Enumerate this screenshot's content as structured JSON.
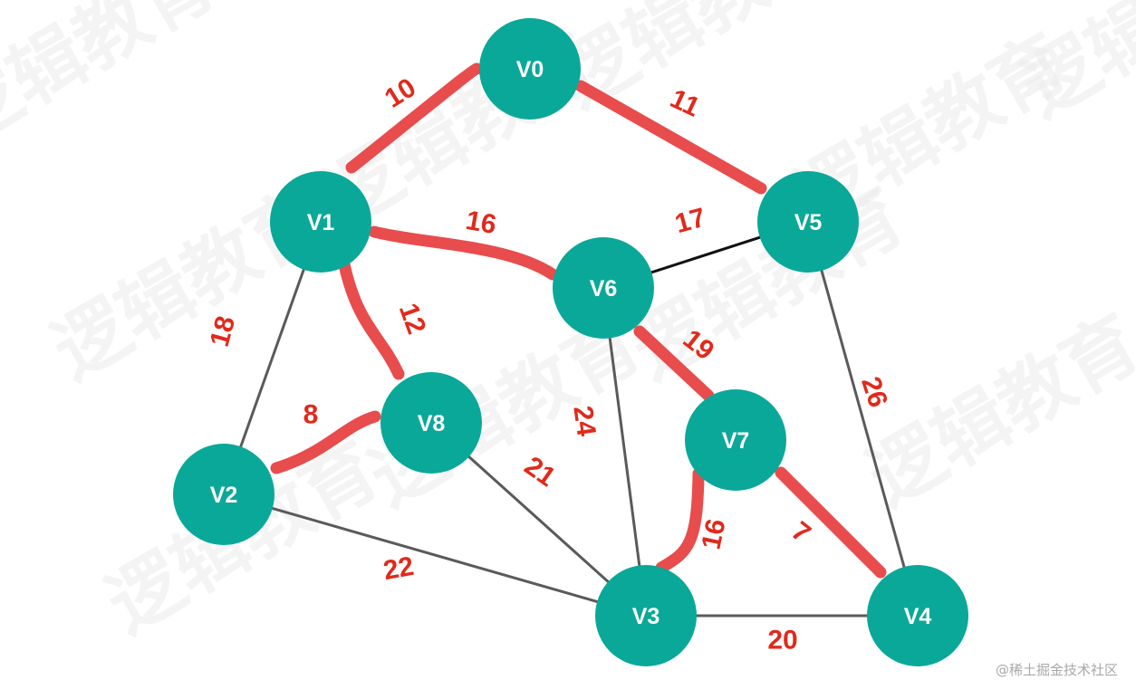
{
  "watermark": {
    "text": "逻辑教育"
  },
  "credit": "@稀土掘金技术社区",
  "colors": {
    "node": "#0aa899",
    "highlight_edge": "#e84c4c",
    "normal_edge": "#5a5a5a",
    "dark_edge": "#111111",
    "weight_text": "#e02a1c"
  },
  "nodes": [
    {
      "id": "V0",
      "label": "V0"
    },
    {
      "id": "V1",
      "label": "V1"
    },
    {
      "id": "V2",
      "label": "V2"
    },
    {
      "id": "V3",
      "label": "V3"
    },
    {
      "id": "V4",
      "label": "V4"
    },
    {
      "id": "V5",
      "label": "V5"
    },
    {
      "id": "V6",
      "label": "V6"
    },
    {
      "id": "V7",
      "label": "V7"
    },
    {
      "id": "V8",
      "label": "V8"
    }
  ],
  "edges": [
    {
      "from": "V0",
      "to": "V1",
      "weight": "10",
      "highlighted": true
    },
    {
      "from": "V0",
      "to": "V5",
      "weight": "11",
      "highlighted": true
    },
    {
      "from": "V1",
      "to": "V6",
      "weight": "16",
      "highlighted": true
    },
    {
      "from": "V5",
      "to": "V6",
      "weight": "17",
      "highlighted": false
    },
    {
      "from": "V1",
      "to": "V8",
      "weight": "12",
      "highlighted": true
    },
    {
      "from": "V1",
      "to": "V2",
      "weight": "18",
      "highlighted": false
    },
    {
      "from": "V2",
      "to": "V8",
      "weight": "8",
      "highlighted": true
    },
    {
      "from": "V6",
      "to": "V7",
      "weight": "19",
      "highlighted": true
    },
    {
      "from": "V6",
      "to": "V3",
      "weight": "24",
      "highlighted": false
    },
    {
      "from": "V8",
      "to": "V3",
      "weight": "21",
      "highlighted": false
    },
    {
      "from": "V2",
      "to": "V3",
      "weight": "22",
      "highlighted": false
    },
    {
      "from": "V5",
      "to": "V4",
      "weight": "26",
      "highlighted": false
    },
    {
      "from": "V7",
      "to": "V3",
      "weight": "16",
      "highlighted": true
    },
    {
      "from": "V7",
      "to": "V4",
      "weight": "7",
      "highlighted": true
    },
    {
      "from": "V3",
      "to": "V4",
      "weight": "20",
      "highlighted": false
    }
  ]
}
